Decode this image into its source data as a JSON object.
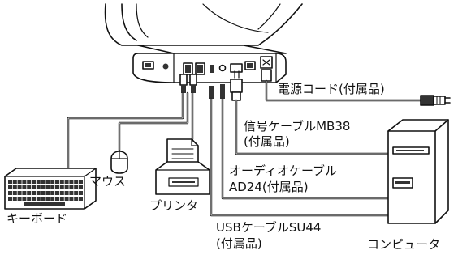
{
  "labels": {
    "power_cord": "電源コード(付属品)",
    "signal_cable_line1": "信号ケーブルMB38",
    "signal_cable_line2": "(付属品)",
    "audio_cable_line1": "オーディオケーブル",
    "audio_cable_line2": "AD24(付属品)",
    "usb_cable_line1": "USBケーブルSU44",
    "usb_cable_line2": "(付属品)",
    "mouse": "マウス",
    "keyboard": "キーボード",
    "printer": "プリンタ",
    "computer": "コンピュータ"
  },
  "colors": {
    "line": "#111111",
    "fill": "#ffffff",
    "shade": "#bdbdbd",
    "dark": "#333333"
  }
}
